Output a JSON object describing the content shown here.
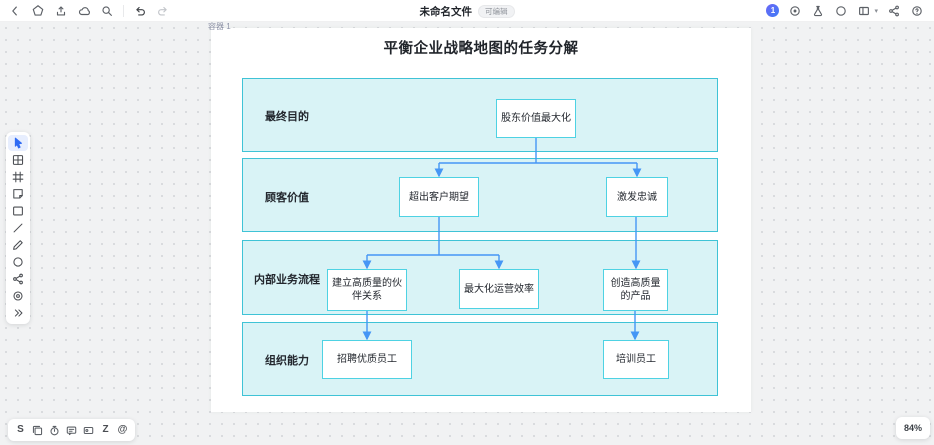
{
  "topbar": {
    "title": "未命名文件",
    "badge": "可编辑",
    "avatar": "1",
    "help_glyph": "?",
    "left_icons": [
      "back-icon",
      "shapes-icon",
      "export-icon",
      "cloud-icon",
      "search-icon",
      "undo-icon",
      "redo-icon"
    ],
    "right_icons": [
      "avatar",
      "timer-icon",
      "experiment-icon",
      "comment-icon",
      "layout-icon",
      "share-icon",
      "help-icon"
    ]
  },
  "left_toolbar": {
    "tools": [
      "select-tool",
      "table-tool",
      "frame-tool",
      "sticky-note-tool",
      "shape-tool",
      "line-tool",
      "pen-tool",
      "ellipse-tool",
      "connector-tool",
      "preview-tool",
      "more-tools"
    ],
    "active_tool": "select-tool"
  },
  "bottom_toolbar": {
    "s_glyph": "S",
    "z_glyph": "Z",
    "at_glyph": "@",
    "icons": [
      "s-tool-icon",
      "pages-icon",
      "stopwatch-icon",
      "comment-icon",
      "presentation-icon",
      "z-tool-icon",
      "mention-icon"
    ]
  },
  "statusbar": {
    "zoom_level": "84%"
  },
  "canvas": {
    "frame_label": "容器 1"
  },
  "diagram": {
    "title": "平衡企业战略地图的任务分解",
    "rows": [
      {
        "label": "最终目的",
        "boxes": [
          {
            "text": "股东价值最大化"
          }
        ]
      },
      {
        "label": "顾客价值",
        "boxes": [
          {
            "text": "超出客户期望"
          },
          {
            "text": "激发忠诚"
          }
        ]
      },
      {
        "label": "内部业务流程",
        "boxes": [
          {
            "text": "建立高质量的伙伴关系"
          },
          {
            "text": "最大化运营效率"
          },
          {
            "text": "创造高质量的产品"
          }
        ]
      },
      {
        "label": "组织能力",
        "boxes": [
          {
            "text": "招聘优质员工"
          },
          {
            "text": "培训员工"
          }
        ]
      }
    ],
    "edges": [
      {
        "from": "股东价值最大化",
        "to": "超出客户期望"
      },
      {
        "from": "股东价值最大化",
        "to": "激发忠诚"
      },
      {
        "from": "超出客户期望",
        "to": "建立高质量的伙伴关系"
      },
      {
        "from": "超出客户期望",
        "to": "最大化运营效率"
      },
      {
        "from": "激发忠诚",
        "to": "创造高质量的产品"
      },
      {
        "from": "建立高质量的伙伴关系",
        "to": "招聘优质员工"
      },
      {
        "from": "创造高质量的产品",
        "to": "培训员工"
      }
    ],
    "colors": {
      "band_fill": "#d9f3f6",
      "band_border": "#3fc3d6",
      "node_border": "#4ed2e3",
      "connector": "#4596f5",
      "accent": "#2f6bf4"
    }
  }
}
